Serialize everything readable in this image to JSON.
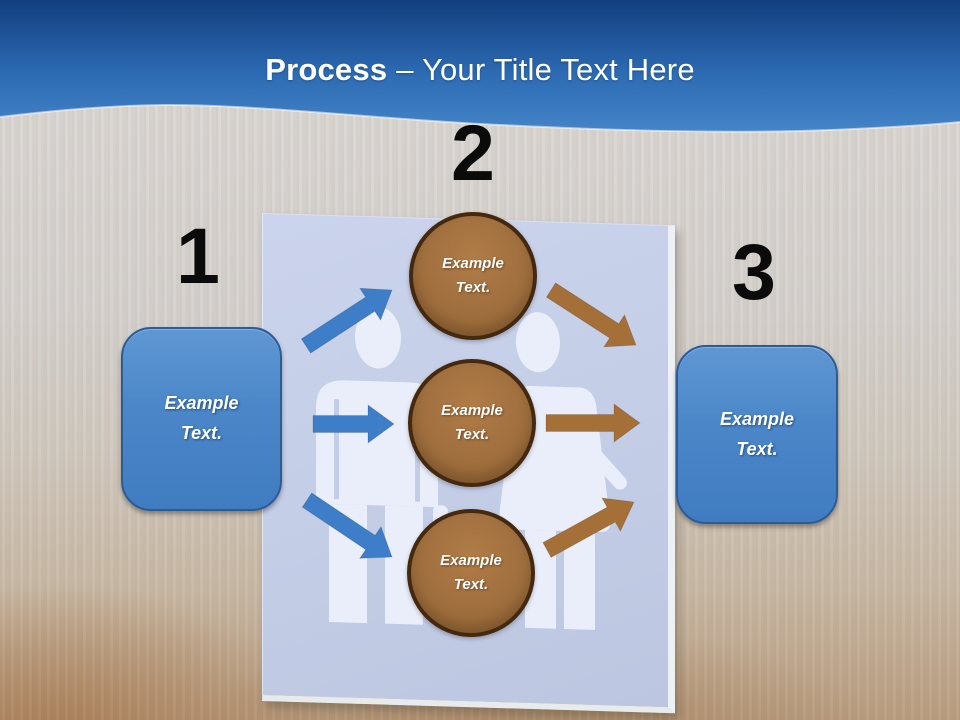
{
  "header": {
    "title_bold": "Process",
    "title_rest": "– Your Title Text Here"
  },
  "step_numbers": {
    "one": "1",
    "two": "2",
    "three": "3"
  },
  "left_box": {
    "line1": "Example",
    "line2": "Text."
  },
  "right_box": {
    "line1": "Example",
    "line2": "Text."
  },
  "circle_top": {
    "line1": "Example",
    "line2": "Text."
  },
  "circle_middle": {
    "line1": "Example",
    "line2": "Text."
  },
  "circle_bottom": {
    "line1": "Example",
    "line2": "Text."
  },
  "icons": {
    "figures": "restroom-man-woman-silhouettes",
    "arrows_in": "blue-arrows-into-circles",
    "arrows_out": "brown-arrows-out-of-circles"
  },
  "colors": {
    "header_blue_top": "#123e7e",
    "header_blue_bottom": "#4484c8",
    "box_blue": "#4a86c8",
    "box_border_blue": "#2b5c98",
    "circle_brown": "#a06f3e",
    "circle_border_brown": "#45290f",
    "arrow_blue": "#3e7dc7",
    "arrow_brown": "#a56f38",
    "panel_blue": "#c3cde6",
    "number_black": "#0b0b0b",
    "title_white": "#ffffff"
  }
}
